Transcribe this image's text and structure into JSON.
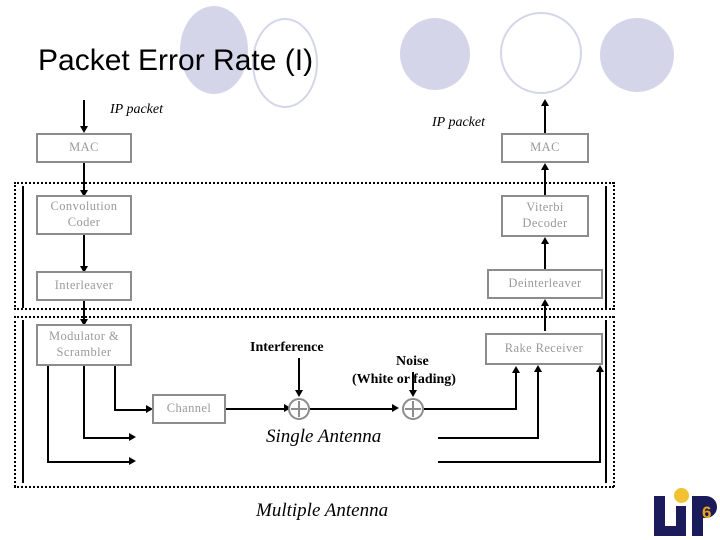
{
  "slide": {
    "title": "Packet Error Rate (I)",
    "page_number": "6",
    "logo_text": "LiP"
  },
  "colors": {
    "block_border": "#8c8c8c",
    "block_text": "#9a9a9a",
    "line": "#000000",
    "deco_circle": "#d5d5ea",
    "logo_navy": "#1b1b5c",
    "logo_gold": "#f2c232",
    "page_num": "#e8a317"
  },
  "transmitter": {
    "ip_packet_label": "IP packet",
    "blocks": [
      {
        "label": "MAC"
      },
      {
        "label": "Convolution\nCoder",
        "line1": "Convolution",
        "line2": "Coder"
      },
      {
        "label": "Interleaver"
      },
      {
        "label": "Modulator &\nScrambler",
        "line1": "Modulator &",
        "line2": "Scrambler"
      }
    ]
  },
  "receiver": {
    "ip_packet_label": "IP packet",
    "blocks": [
      {
        "label": "MAC"
      },
      {
        "label": "Viterbi\nDecoder",
        "line1": "Viterbi",
        "line2": "Decoder"
      },
      {
        "label": "Deinterleaver"
      },
      {
        "label": "Rake Receiver"
      }
    ]
  },
  "channel": {
    "block_label": "Channel",
    "interference_label": "Interference",
    "noise_label": "Noise",
    "noise_sub_label": "(White or fading)",
    "sum_icon": "plus-circle"
  },
  "antenna_sections": {
    "single": "Single Antenna",
    "multiple": "Multiple Antenna"
  }
}
